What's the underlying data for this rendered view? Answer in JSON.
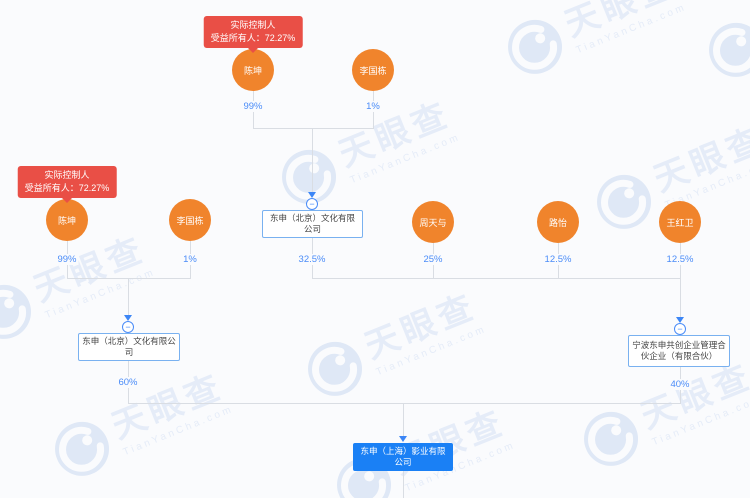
{
  "watermark": {
    "brand": "天眼查",
    "domain": "TianYanCha.com"
  },
  "icons": {
    "collapse": "−"
  },
  "colors": {
    "node_orange": "#f0842c",
    "badge_red": "#e94f46",
    "accent_blue": "#4a8cf8",
    "target_blue": "#1a80f5",
    "line_gray": "#d9dde3"
  },
  "controller_badge": {
    "line1": "实际控制人",
    "line2": "受益所有人：72.27%"
  },
  "top_persons": [
    {
      "name": "陈坤",
      "share": "99%"
    },
    {
      "name": "李国栋",
      "share": "1%"
    }
  ],
  "mid_company": {
    "name": "东申（北京）文化有限公司",
    "share": "32.5%"
  },
  "mid_persons": [
    {
      "name": "陈坤",
      "share": "99%"
    },
    {
      "name": "李国栋",
      "share": "1%"
    },
    {
      "name": "周天与",
      "share": "25%"
    },
    {
      "name": "路怡",
      "share": "12.5%"
    },
    {
      "name": "王红卫",
      "share": "12.5%"
    }
  ],
  "lower_left_company": {
    "name": "东申（北京）文化有限公司",
    "share": "60%"
  },
  "lower_right_company": {
    "name": "宁波东申共创企业管理合伙企业（有限合伙）",
    "share": "40%"
  },
  "target_company": {
    "name": "东申（上海）影业有限公司"
  }
}
